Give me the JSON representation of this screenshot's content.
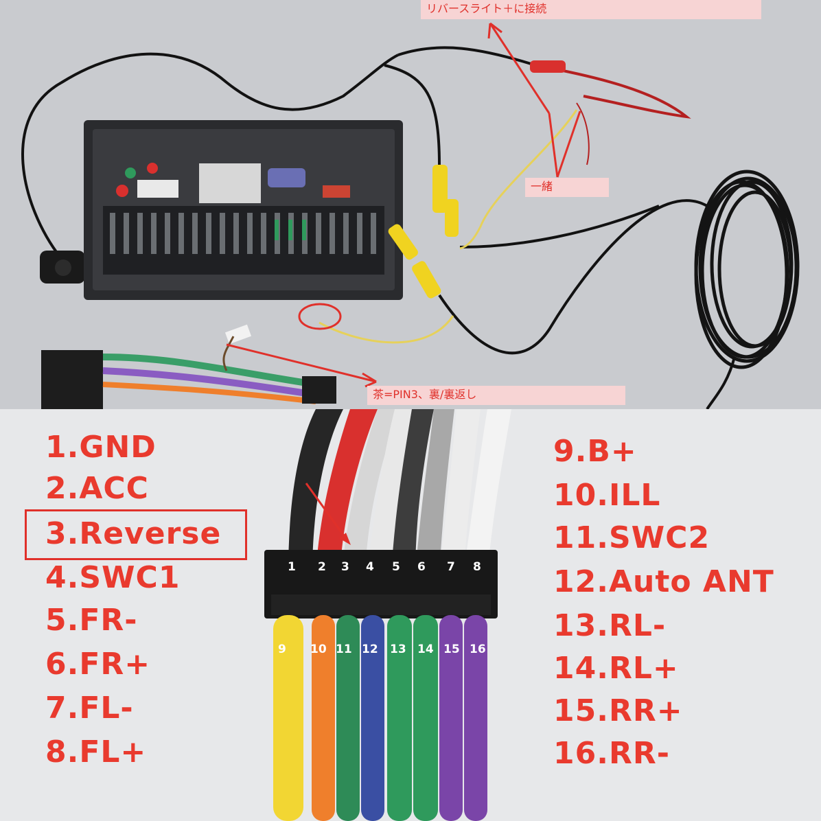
{
  "photo": {
    "callouts": {
      "reverse_light": "リバースライト＋に接続",
      "together": "一緒",
      "brown_pin3": "茶=PIN3、裏/裏返し"
    },
    "colors": {
      "accent": "#e0302a",
      "callout_bg": "#f7d4d4"
    }
  },
  "pinout": {
    "left": [
      {
        "label": "1.GND"
      },
      {
        "label": "2.ACC"
      },
      {
        "label": "3.Reverse"
      },
      {
        "label": "4.SWC1"
      },
      {
        "label": "5.FR-"
      },
      {
        "label": "6.FR+"
      },
      {
        "label": "7.FL-"
      },
      {
        "label": "8.FL+"
      }
    ],
    "right": [
      {
        "label": "9.B+"
      },
      {
        "label": "10.ILL"
      },
      {
        "label": "11.SWC2"
      },
      {
        "label": "12.Auto ANT"
      },
      {
        "label": "13.RL-"
      },
      {
        "label": "14.RL+"
      },
      {
        "label": "15.RR+"
      },
      {
        "label": "16.RR-"
      }
    ],
    "highlighted": "3.Reverse",
    "connector_top_numbers": [
      "1",
      "2",
      "3",
      "4",
      "5",
      "6",
      "7",
      "8"
    ],
    "connector_bottom_numbers": [
      "9",
      "10",
      "11",
      "12",
      "13",
      "14",
      "15",
      "16"
    ],
    "wire_colors_top": [
      "#2a2a2a",
      "#d9302e",
      "#d8d8d8",
      "#e4e4e4",
      "#3a3a3a",
      "#a9a9a9",
      "#ececec",
      "#f2f2f2"
    ],
    "wire_colors_bottom": [
      "#f2d633",
      "#ef7f2c",
      "#2e8b57",
      "#3a4fa3",
      "#2f9a5c",
      "#2f9a5c",
      "#7a45a8",
      "#7a45a8"
    ],
    "text_color": "#e93a2e"
  }
}
